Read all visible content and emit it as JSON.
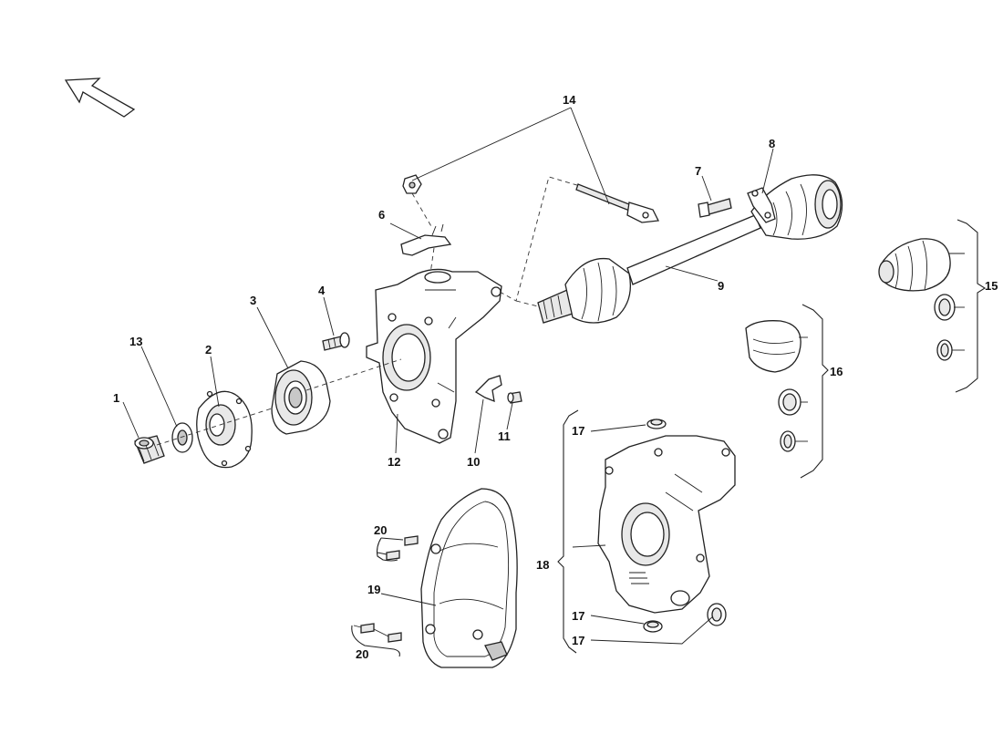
{
  "callouts": {
    "c1": "1",
    "c2": "2",
    "c3": "3",
    "c4": "4",
    "c6": "6",
    "c7": "7",
    "c8": "8",
    "c9": "9",
    "c10": "10",
    "c11": "11",
    "c12": "12",
    "c13": "13",
    "c14": "14",
    "c15": "15",
    "c16": "16",
    "c17a": "17",
    "c17b": "17",
    "c17c": "17",
    "c18": "18",
    "c19": "19",
    "c20a": "20",
    "c20b": "20"
  }
}
